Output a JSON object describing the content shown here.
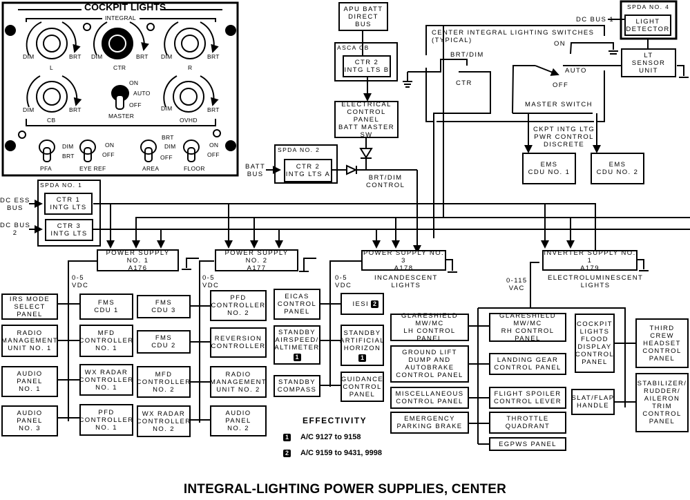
{
  "title": "INTEGRAL-LIGHTING POWER SUPPLIES, CENTER",
  "panel": {
    "title": "COCKPIT LIGHTS",
    "subtitle": "INTEGRAL",
    "knobs": [
      {
        "id": "L",
        "label": "L",
        "dim": "DIM",
        "brt": "BRT"
      },
      {
        "id": "CTR",
        "label": "CTR",
        "dim": "DIM",
        "brt": "BRT"
      },
      {
        "id": "R",
        "label": "R",
        "dim": "DIM",
        "brt": "BRT"
      },
      {
        "id": "CB",
        "label": "CB",
        "dim": "DIM",
        "brt": "BRT"
      },
      {
        "id": "OVHD",
        "label": "OVHD",
        "dim": "DIM",
        "brt": "BRT"
      }
    ],
    "master": {
      "label": "MASTER",
      "on": "ON",
      "auto": "AUTO",
      "off": "OFF"
    },
    "toggles": [
      {
        "label": "PFA",
        "pos1": "DIM",
        "pos2": "BRT"
      },
      {
        "label": "EYE REF",
        "pos1": "ON",
        "pos2": "OFF"
      },
      {
        "label": "AREA",
        "pos0": "BRT",
        "pos1": "DIM",
        "pos2": "OFF"
      },
      {
        "label": "FLOOR",
        "pos1": "ON",
        "pos2": "OFF"
      }
    ]
  },
  "top": {
    "apu_batt": "APU BATT\nDIRECT BUS",
    "asca_cb": "ASCA CB",
    "ctr2_b": "CTR 2\nINTG LTS B",
    "elec_panel": "ELECTRICAL\nCONTROL PANEL\nBATT MASTER SW",
    "spda2": "SPDA NO. 2",
    "ctr2_a": "CTR 2\nINTG LTS A",
    "batt_bus": "BATT\nBUS",
    "brt_dim_control": "BRT/DIM\nCONTROL",
    "center_switches": "CENTER INTEGRAL LIGHTING SWITCHES\n(TYPICAL)",
    "brt_dim": "BRT/DIM",
    "ctr": "CTR",
    "on": "ON",
    "auto": "AUTO",
    "off": "OFF",
    "master_switch": "MASTER SWITCH",
    "discrete": "CKPT INTG LTG\nPWR CONTROL\nDISCRETE",
    "ems1": "EMS\nCDU NO. 1",
    "ems2": "EMS\nCDU NO. 2",
    "dc_bus1": "DC BUS 1",
    "spda4": "SPDA NO. 4",
    "light_detector": "LIGHT\nDETECTOR",
    "lt_sensor": "LT\nSENSOR\nUNIT"
  },
  "spda1": {
    "label": "SPDA NO. 1",
    "ctr1": "CTR 1\nINTG LTS",
    "ctr3": "CTR 3\nINTG LTS",
    "dc_ess": "DC ESS\nBUS",
    "dc_bus2": "DC BUS\n2"
  },
  "supplies": [
    {
      "name": "POWER SUPPLY NO. 1\nA176",
      "out": "0-5\nVDC"
    },
    {
      "name": "POWER SUPPLY NO. 2\nA177",
      "out": "0-5\nVDC"
    },
    {
      "name": "POWER SUPPLY NO. 3\nA178",
      "out": "0-5\nVDC",
      "note": "INCANDESCENT\nLIGHTS"
    },
    {
      "name": "INVERTER SUPPLY NO. 1\nA179",
      "out": "0-115\nVAC",
      "note": "ELECTROLUMINESCENT\nLIGHTS"
    }
  ],
  "loads": {
    "ps1_left": [
      "IRS MODE\nSELECT PANEL",
      "RADIO\nMANAGEMENT\nUNIT NO. 1",
      "AUDIO PANEL\nNO. 1",
      "AUDIO PANEL\nNO. 3"
    ],
    "ps1_right": [
      "FMS\nCDU 1",
      "MFD\nCONTROLLER\nNO. 1",
      "WX RADAR\nCONTROLLER\nNO. 1",
      "PFD\nCONTROLLER\nNO. 1"
    ],
    "ps2_left": [
      "FMS\nCDU 3",
      "FMS\nCDU 2",
      "MFD\nCONTROLLER\nNO. 2",
      "WX RADAR\nCONTROLLER\nNO. 2"
    ],
    "ps2_right": [
      "PFD\nCONTROLLER\nNO. 2",
      "REVERSION\nCONTROLLER",
      "RADIO\nMANAGEMENT\nUNIT NO. 2",
      "AUDIO PANEL\nNO. 2"
    ],
    "ps3_left": [
      "EICAS\nCONTROL\nPANEL",
      "STANDBY\nAIRSPEED/\nALTIMETER",
      "STANDBY\nCOMPASS"
    ],
    "ps3_left_badges": [
      "",
      "1",
      ""
    ],
    "ps3_right": [
      "IESI",
      "STANDBY\nARTIFICIAL\nHORIZON",
      "GUIDANCE\nCONTROL\nPANEL"
    ],
    "ps3_right_badges": [
      "2",
      "1",
      ""
    ],
    "inv_left": [
      "GLARESHIELD\nMW/MC\nLH CONTROL PANEL",
      "GROUND LIFT\nDUMP AND\nAUTOBRAKE\nCONTROL PANEL",
      "MISCELLANEOUS\nCONTROL PANEL",
      "EMERGENCY\nPARKING BRAKE"
    ],
    "inv_mid": [
      "GLARESHIELD\nMW/MC\nRH CONTROL PANEL",
      "LANDING GEAR\nCONTROL PANEL",
      "FLIGHT SPOILER\nCONTROL LEVER",
      "THROTTLE\nQUADRANT",
      "EGPWS PANEL"
    ],
    "inv_right_a": [
      "COCKPIT\nLIGHTS\nFLOOD\nDISPLAY\nCONTROL\nPANEL",
      "SLAT/FLAP\nHANDLE"
    ],
    "inv_right_b": [
      "THIRD\nCREW\nHEADSET\nCONTROL\nPANEL",
      "STABILIZER/\nRUDDER/\nAILERON\nTRIM\nCONTROL\nPANEL"
    ]
  },
  "effectivity": {
    "heading": "EFFECTIVITY",
    "items": [
      {
        "badge": "1",
        "text": "A/C 9127 to 9158"
      },
      {
        "badge": "2",
        "text": "A/C 9159 to 9431, 9998"
      }
    ]
  }
}
